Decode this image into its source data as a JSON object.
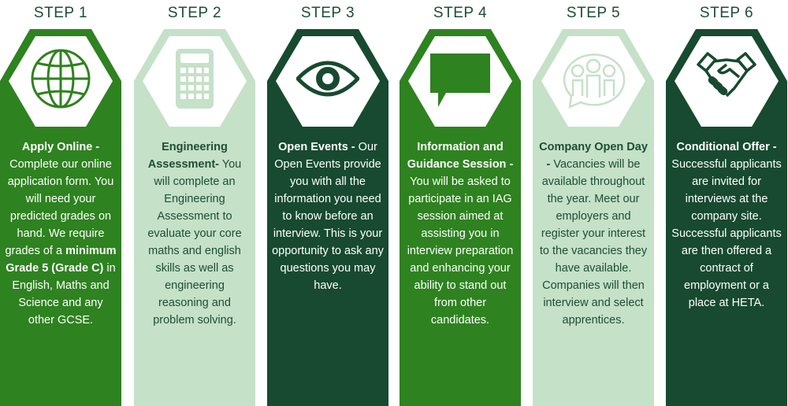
{
  "colors": {
    "mid": "#2e821f",
    "light": "#c5e1c8",
    "dark": "#174a30"
  },
  "steps": [
    {
      "label": "STEP 1",
      "icon": "globe-icon",
      "title": "Apply Online -",
      "body": " Complete our online application form. You will need your predicted grades on hand. We require grades of a ",
      "bold2": "minimum Grade 5 (Grade C)",
      "body2": " in English, Maths and Science and any other GCSE."
    },
    {
      "label": "STEP 2",
      "icon": "calculator-icon",
      "title": "Engineering Assessment-",
      "body": " You will complete an Engineering Assessment to evaluate your core maths and english skills as well as engineering reasoning and problem solving."
    },
    {
      "label": "STEP 3",
      "icon": "eye-icon",
      "title": "Open Events -",
      "body": " Our Open Events provide you with all the information you need to know before an interview. This is your opportunity to ask any questions you may have."
    },
    {
      "label": "STEP 4",
      "icon": "speech-bubble-icon",
      "title": "Information and Guidance Session -",
      "body": " You will be asked to participate in an IAG session aimed at assisting you in interview preparation and enhancing your ability to stand out from other candidates."
    },
    {
      "label": "STEP 5",
      "icon": "people-chat-icon",
      "title": "Company Open Day -",
      "body": " Vacancies will be available throughout the year. Meet our employers and register your interest to the vacancies they have available. Companies will then interview and select apprentices."
    },
    {
      "label": "STEP 6",
      "icon": "handshake-icon",
      "title": "Conditional Offer -",
      "body": " Successful applicants are invited for interviews at the company site. Successful applicants are then offered a contract of employment or a place at HETA."
    }
  ]
}
